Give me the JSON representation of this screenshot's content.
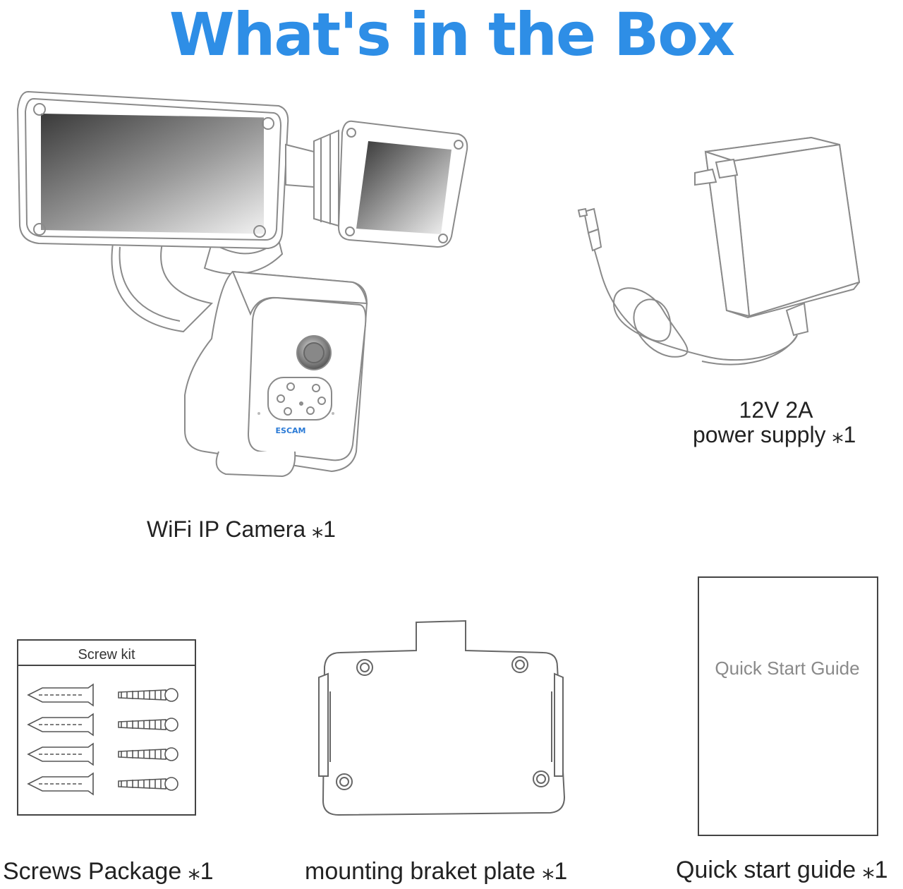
{
  "title": "What's in the Box",
  "colors": {
    "title": "#2e8ee6",
    "brand": "#2a7ad6",
    "outline": "#8a8a8a"
  },
  "items": {
    "camera": {
      "label": "WiFi IP Camera  ⁎1",
      "brand": "ESCAM"
    },
    "power": {
      "label_line1": "12V 2A",
      "label_line2": "power supply  ⁎1"
    },
    "screws": {
      "label": "Screws Package  ⁎1",
      "box_title": "Screw kit"
    },
    "bracket": {
      "label": "mounting braket plate ⁎1"
    },
    "guide": {
      "label": "Quick start guide  ⁎1",
      "cover_text": "Quick Start Guide"
    }
  }
}
